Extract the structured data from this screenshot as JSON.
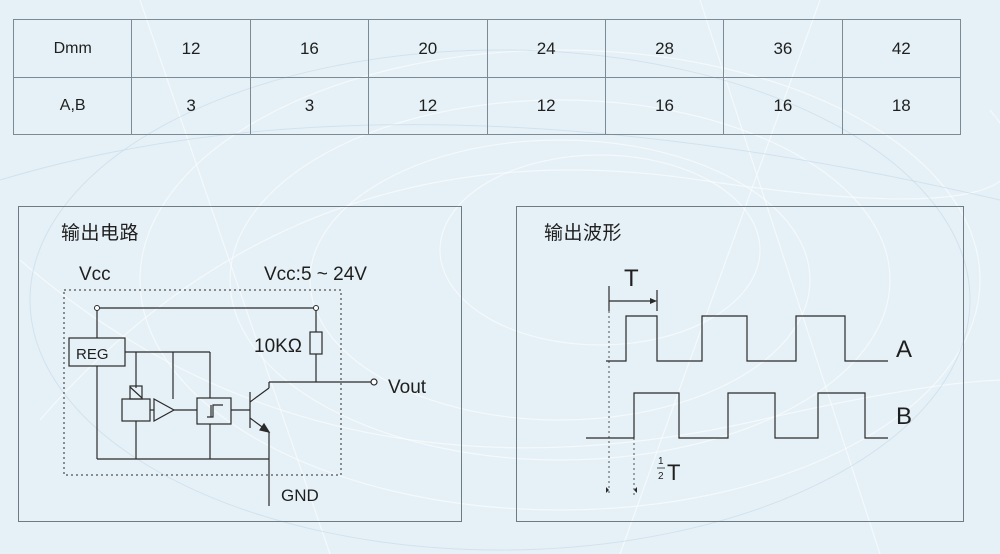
{
  "table": {
    "rows": [
      {
        "label": "Dmm",
        "values": [
          "12",
          "16",
          "20",
          "24",
          "28",
          "36",
          "42"
        ]
      },
      {
        "label": "A,B",
        "values": [
          "3",
          "3",
          "12",
          "12",
          "16",
          "16",
          "18"
        ]
      }
    ]
  },
  "circuit": {
    "title": "输出电路",
    "vcc_label": "Vcc",
    "vcc_range": "Vcc:5 ~ 24V",
    "resistor": "10KΩ",
    "reg": "REG",
    "vout": "Vout",
    "gnd": "GND"
  },
  "waveform": {
    "title": "输出波形",
    "period": "T",
    "channel_a": "A",
    "channel_b": "B",
    "half_num": "1",
    "half_den": "2",
    "half_T": "T"
  }
}
